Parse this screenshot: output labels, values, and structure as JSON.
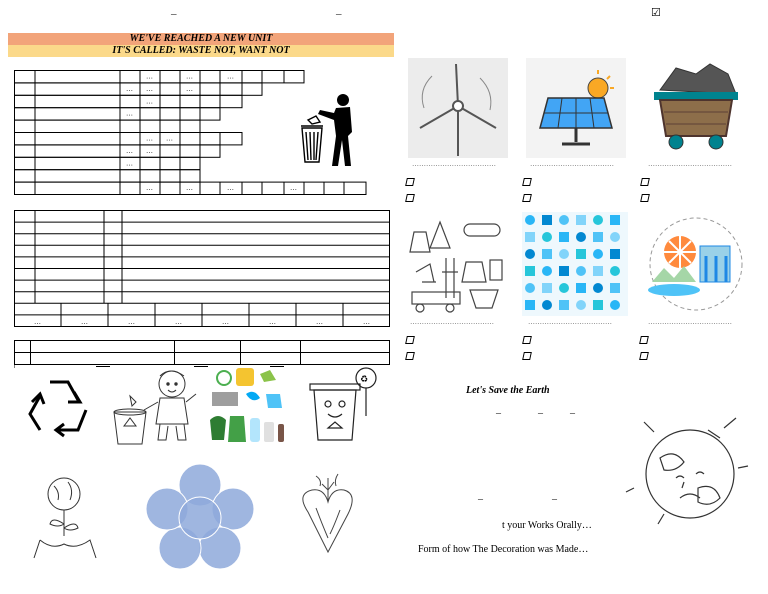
{
  "header": {
    "dash_left": "–",
    "dash_mid": "–",
    "check_mark": "☑"
  },
  "banner": {
    "line1": "WE'VE REACHED A NEW UNIT",
    "line2": "IT'S CALLED: WASTE NOT, WANT NOT"
  },
  "ellipsis": "…",
  "table_bottom_cells": [
    "…",
    "…",
    "…",
    "…",
    "…",
    "…",
    "…",
    "…"
  ],
  "energy_images": [
    "wind-turbine",
    "solar-panel",
    "coal-cart",
    "oil-industry",
    "gas-pattern",
    "hydro-power"
  ],
  "closing": {
    "title": "Let's Save the Earth",
    "dashes": [
      "–",
      "–",
      "–"
    ],
    "dashes2": [
      "–",
      "–"
    ],
    "line1": "t your Works Orally…",
    "line2": "Form of how The Decoration was Made…"
  },
  "colors": {
    "banner_top": "#f2a47a",
    "banner_bottom": "#fbd98a",
    "flower": "#8ea9db"
  }
}
